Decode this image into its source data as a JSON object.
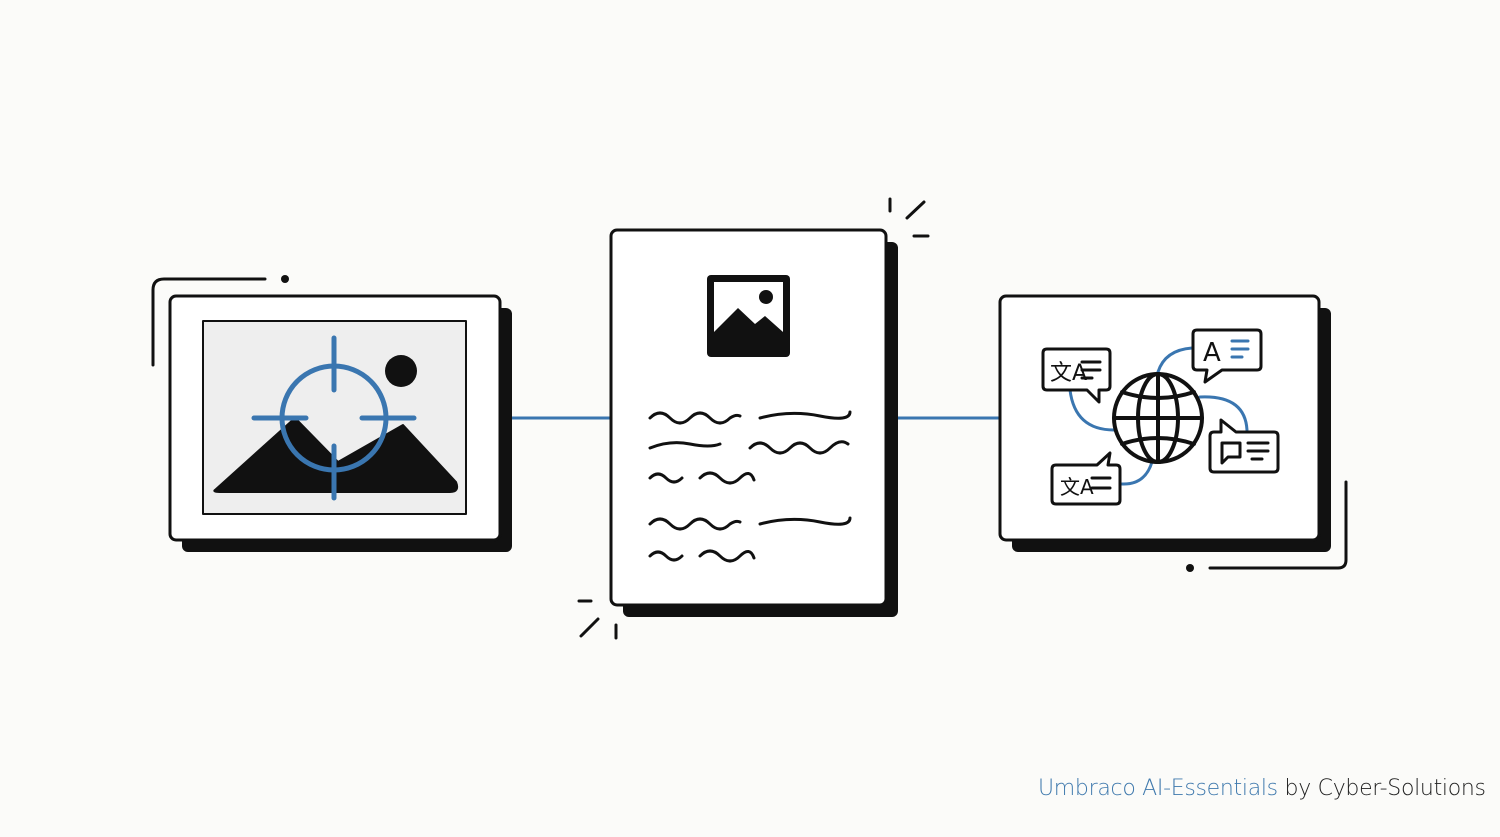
{
  "colors": {
    "accent": "#3a76b0",
    "ink": "#111111",
    "background": "#fbfbf9"
  },
  "panels": [
    {
      "name": "image-focus",
      "icons": [
        "image-icon",
        "crosshair-icon"
      ]
    },
    {
      "name": "document",
      "icons": [
        "image-icon",
        "text-lines"
      ]
    },
    {
      "name": "translation",
      "icons": [
        "globe-icon",
        "speech-bubble-icon"
      ]
    }
  ],
  "translation": {
    "bubble_translate": "文A",
    "bubble_letter": "A"
  },
  "footer": {
    "brand": "Umbraco AI-Essentials",
    "suffix": " by Cyber-Solutions"
  }
}
